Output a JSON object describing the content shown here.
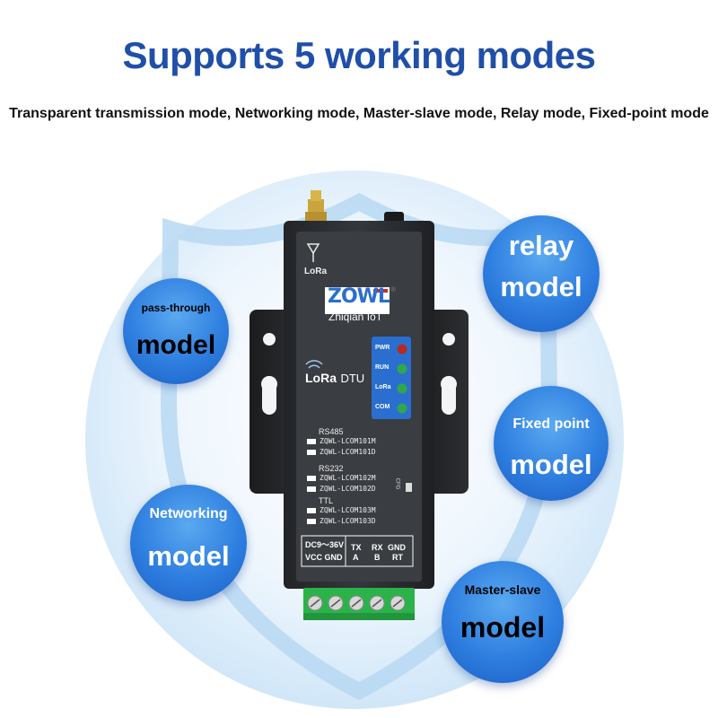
{
  "headline": "Supports 5 working modes",
  "subheadline": "Transparent transmission mode, Networking mode, Master-slave mode, Relay mode, Fixed-point mode",
  "modes": [
    {
      "line1": "pass-through",
      "line2": "model"
    },
    {
      "line1": "relay",
      "line2": "model"
    },
    {
      "line1": "Fixed point",
      "line2": "model"
    },
    {
      "line1": "Networking",
      "line2": "model"
    },
    {
      "line1": "Master-slave",
      "line2": "model"
    }
  ],
  "device": {
    "antenna_label": "LoRa",
    "brand_logo": "ZOWL",
    "brand_mark": "®",
    "brand_name": "Zhiqian IoT",
    "product_prefix": "LoRa",
    "product_suffix": "DTU",
    "leds": [
      {
        "label": "PWR",
        "color": "#c0302a"
      },
      {
        "label": "RUN",
        "color": "#2fa84a"
      },
      {
        "label": "LoRa",
        "color": "#2fa84a"
      },
      {
        "label": "COM",
        "color": "#2fa84a"
      }
    ],
    "models": [
      {
        "group": "RS485",
        "items": [
          "ZQWL-LCOM101M",
          "ZQWL-LCOM101D"
        ]
      },
      {
        "group": "RS232",
        "items": [
          "ZQWL-LCOM102M",
          "ZQWL-LCOM102D"
        ]
      },
      {
        "group": "TTL",
        "items": [
          "ZQWL-LCOM103M",
          "ZQWL-LCOM103D"
        ]
      }
    ],
    "cfg_label": "CFG",
    "power_label": "DC9～36V",
    "terminals": [
      {
        "top": "VCC",
        "bottom": ""
      },
      {
        "top": "GND",
        "bottom": ""
      },
      {
        "top": "TX",
        "bottom": "A"
      },
      {
        "top": "RX",
        "bottom": "B"
      },
      {
        "top": "GND",
        "bottom": "RT"
      }
    ],
    "terminal_row1": "VCC GND",
    "tx_label": "TX",
    "a_label": "A",
    "rx_label": "RX",
    "b_label": "B",
    "gnd_label": "GND",
    "rt_label": "RT",
    "colors": {
      "body": "#2a2c30",
      "panel": "#3a3d42",
      "accent": "#1f4fa8",
      "terminal": "#2bb34a"
    }
  }
}
